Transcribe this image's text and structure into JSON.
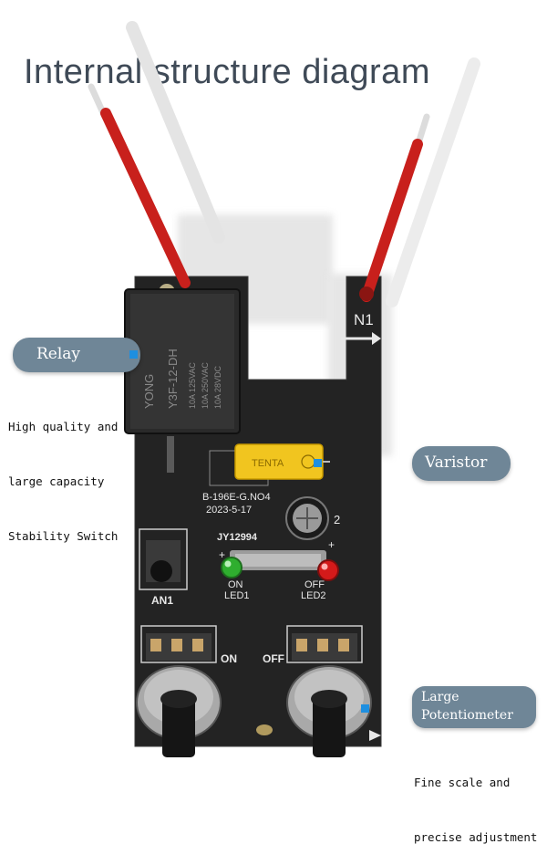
{
  "title": "Internal structure diagram",
  "labels": {
    "relay": "Relay",
    "varistor": "Varistor",
    "potentiometer_line1": "Large",
    "potentiometer_line2": "Potentiometer"
  },
  "descriptions": {
    "relay_line1": "High quality and",
    "relay_line2": "large capacity",
    "relay_line3": "Stability Switch",
    "pot_line1": "Fine scale and",
    "pot_line2": "precise adjustment"
  },
  "board_text": {
    "n1": "N1",
    "model": "B-196E-G.NO4",
    "date": "2023-5-17",
    "chip": "JY12994",
    "an1": "AN1",
    "on_small": "ON",
    "led1": "LED1",
    "off_small": "OFF",
    "led2": "LED2",
    "on_big": "ON",
    "off_big": "OFF",
    "relay_brand": "YONG",
    "relay_model": "Y3F-12-DH",
    "relay_spec1": "10A 125VAC",
    "relay_spec2": "10A 250VAC",
    "relay_spec3": "10A 28VDC",
    "varistor_brand": "TENTA"
  },
  "colors": {
    "pill": "#6f8697",
    "accent_dot": "#1e8fe0",
    "pcb": "#232323",
    "wire": "#c8201c"
  }
}
